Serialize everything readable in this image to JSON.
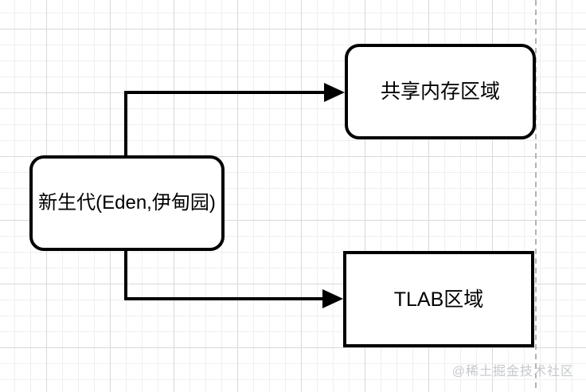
{
  "canvas": {
    "background": "#ffffff",
    "grid_minor_color": "#efefef",
    "grid_major_color": "#d9d9d9",
    "stroke_color": "#000000",
    "text_color": "#000000",
    "page_divider_color": "#b3b3b3"
  },
  "nodes": [
    {
      "id": "eden",
      "label": "新生代(Eden,伊甸园)",
      "shape": "rounded-rectangle"
    },
    {
      "id": "shared-memory",
      "label": "共享内存区域",
      "shape": "rounded-rectangle"
    },
    {
      "id": "tlab",
      "label": "TLAB区域",
      "shape": "rectangle"
    }
  ],
  "edges": [
    {
      "from": "eden",
      "to": "shared-memory",
      "style": "orthogonal-arrow"
    },
    {
      "from": "eden",
      "to": "tlab",
      "style": "orthogonal-arrow"
    }
  ],
  "watermark": {
    "text": "@稀土掘金技术社区",
    "color": "#c5c8cc"
  }
}
